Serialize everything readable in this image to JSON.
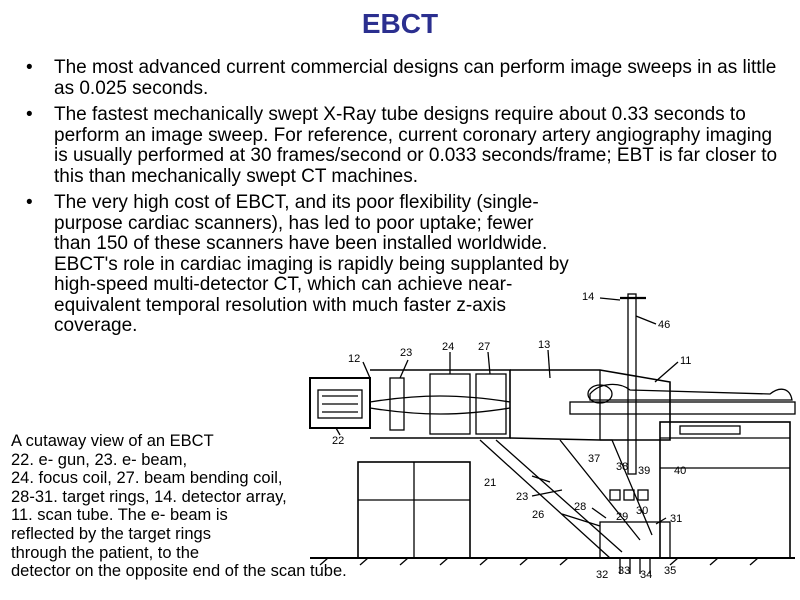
{
  "slide": {
    "title": "EBCT",
    "bullets": [
      "The most advanced current commercial designs can perform image sweeps in as little as 0.025 seconds.",
      "The fastest mechanically swept X-Ray tube designs require about 0.33 seconds to perform an image sweep. For reference, current coronary artery angiography imaging is usually performed at 30 frames/second or 0.033 seconds/frame; EBT is far closer to this than mechanically swept CT machines.",
      "The very high cost of EBCT, and its poor flexibility (single-purpose cardiac scanners), has led to poor uptake; fewer than 150 of these scanners have been installed worldwide. EBCT's role in cardiac imaging is rapidly being supplanted by high-speed multi-detector CT, which can achieve near-equivalent temporal resolution with much faster z-axis coverage."
    ],
    "bullet_symbol": "•"
  },
  "caption": {
    "lines": [
      "A cutaway view of an EBCT",
      "22. e- gun, 23. e- beam,",
      "24. focus coil, 27. beam bending coil,",
      "28-31. target rings, 14. detector array,",
      "11. scan tube. The e- beam is",
      "reflected by the target rings",
      "through the patient, to the",
      "detector on the opposite end of the scan tube."
    ]
  },
  "diagram": {
    "labels": {
      "l12": "12",
      "l23": "23",
      "l24": "24",
      "l27": "27",
      "l13": "13",
      "l11": "11",
      "l14": "14",
      "l46": "46",
      "l22": "22",
      "l21": "21",
      "l23b": "23",
      "l26": "26",
      "l28": "28",
      "l37": "37",
      "l38": "38",
      "l39": "39",
      "l40": "40",
      "l29": "29",
      "l30": "30",
      "l31": "31",
      "l32": "32",
      "l33": "33",
      "l34": "34",
      "l35": "35"
    }
  }
}
